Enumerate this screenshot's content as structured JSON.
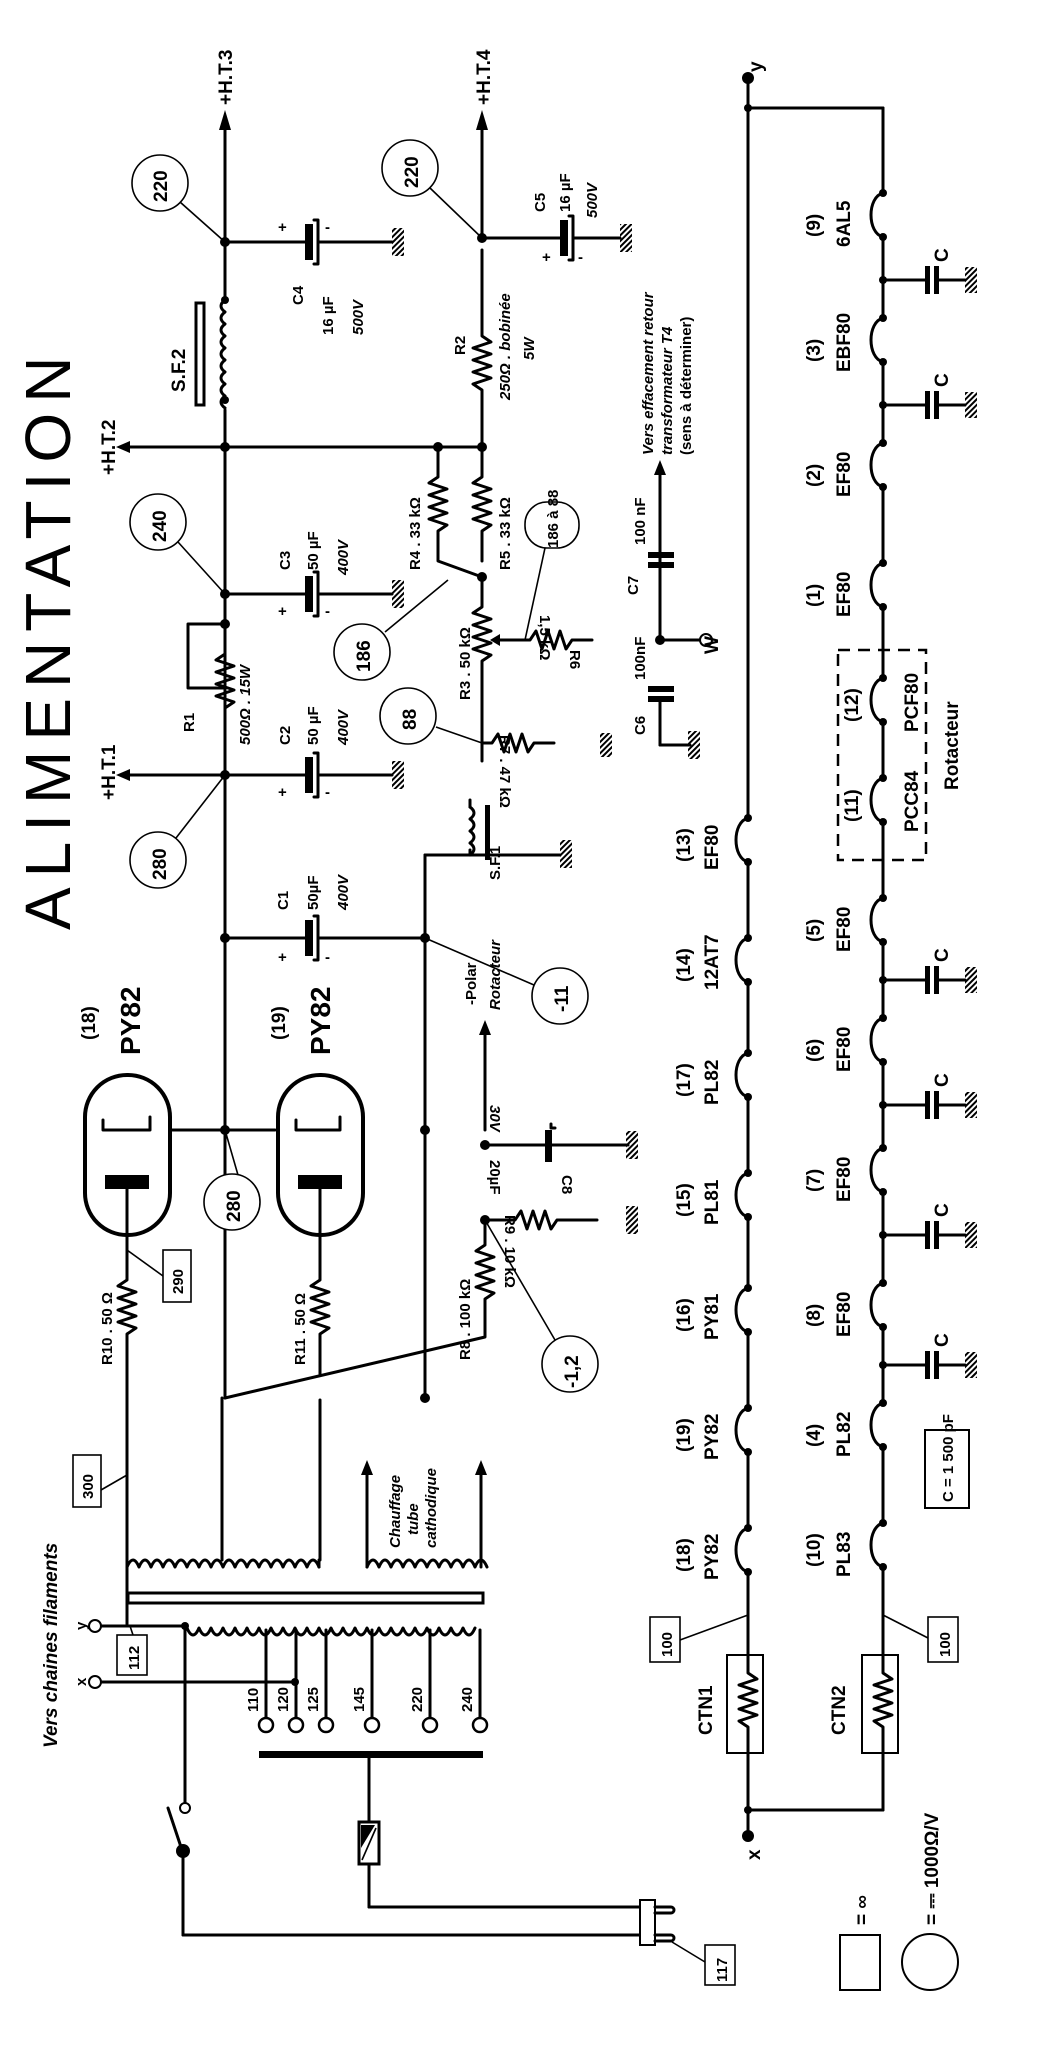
{
  "title": "ALIMENTATION",
  "ht_outputs": [
    "+H.T.1",
    "+H.T.2",
    "+H.T.3",
    "+H.T.4"
  ],
  "voltage_circles": [
    "280",
    "240",
    "220",
    "220",
    "186",
    "88",
    "186 à 88",
    "280",
    "-11",
    "-1,2"
  ],
  "voltage_boxes": [
    "290",
    "300",
    "112",
    "117",
    "100",
    "100"
  ],
  "components": {
    "R1": {
      "ref": "R1",
      "value": "500Ω . 15W"
    },
    "R2": {
      "ref": "R2",
      "value": "250Ω . bobinée",
      "power": "5W"
    },
    "R3": {
      "label": "R3 . 50 kΩ"
    },
    "R4": {
      "label": "R4 . 33 kΩ"
    },
    "R5": {
      "label": "R5 . 33 kΩ"
    },
    "R6": {
      "ref": "R6",
      "value": "1,5 kΩ"
    },
    "R7": {
      "label": "R7 . 47 kΩ"
    },
    "R8": {
      "label": "R8 . 100 kΩ"
    },
    "R9": {
      "label": "R9 . 10 kΩ"
    },
    "R10": {
      "label": "R10 . 50 Ω"
    },
    "R11": {
      "label": "R11 . 50 Ω"
    },
    "C1": {
      "ref": "C1",
      "cap": "50µF",
      "volt": "400V"
    },
    "C2": {
      "ref": "C2",
      "cap": "50 µF",
      "volt": "400V"
    },
    "C3": {
      "ref": "C3",
      "cap": "50 µF",
      "volt": "400V"
    },
    "C4": {
      "ref": "C4",
      "cap": "16 µF",
      "volt": "500V"
    },
    "C5": {
      "ref": "C5",
      "cap": "16 µF",
      "volt": "500V"
    },
    "C6": {
      "ref": "C6",
      "cap": "100nF"
    },
    "C7": {
      "ref": "C7",
      "cap": "100 nF"
    },
    "C8": {
      "ref": "C8",
      "cap": "20µF",
      "volt": "30V"
    },
    "SF1": "S.F.1",
    "SF2": "S.F.2",
    "CTN1": "CTN1",
    "CTN2": "CTN2"
  },
  "rectifiers": [
    {
      "num": "(18)",
      "type": "PY82"
    },
    {
      "num": "(19)",
      "type": "PY82"
    }
  ],
  "annotations": {
    "polar": "-Polar",
    "rotacteur_ital": "Rotacteur",
    "w_point": "W",
    "t4_line1": "Vers effacement retour",
    "t4_line2": "transformateur  T4",
    "t4_line3": "(sens à déterminer)",
    "filaments": "Vers  chaines  filaments",
    "chauffage_1": "Chauffage",
    "chauffage_2": "tube",
    "chauffage_3": "cathodique",
    "x_label": "x",
    "y_label": "y",
    "rotacteur_box": "Rotacteur",
    "c_value": "C = 1 500 pF",
    "c": "C"
  },
  "taps": [
    "110",
    "120",
    "125",
    "145",
    "220",
    "240"
  ],
  "chain1": [
    {
      "num": "(18)",
      "type": "PY82"
    },
    {
      "num": "(19)",
      "type": "PY82"
    },
    {
      "num": "(16)",
      "type": "PY81"
    },
    {
      "num": "(15)",
      "type": "PL81"
    },
    {
      "num": "(17)",
      "type": "PL82"
    },
    {
      "num": "(14)",
      "type": "12AT7"
    },
    {
      "num": "(13)",
      "type": "EF80"
    }
  ],
  "chain2": [
    {
      "num": "(10)",
      "type": "PL83"
    },
    {
      "num": "(4)",
      "type": "PL82"
    },
    {
      "num": "(8)",
      "type": "EF80"
    },
    {
      "num": "(7)",
      "type": "EF80"
    },
    {
      "num": "(6)",
      "type": "EF80"
    },
    {
      "num": "(5)",
      "type": "EF80"
    },
    {
      "num": "(11)",
      "type": "PCC84"
    },
    {
      "num": "(12)",
      "type": "PCF80"
    },
    {
      "num": "(1)",
      "type": "EF80"
    },
    {
      "num": "(2)",
      "type": "EF80"
    },
    {
      "num": "(3)",
      "type": "EBF80"
    },
    {
      "num": "(9)",
      "type": "6AL5"
    }
  ],
  "legend": {
    "box_meaning": "= ∞",
    "circle_meaning": "= ⎓ 1000Ω/V"
  }
}
